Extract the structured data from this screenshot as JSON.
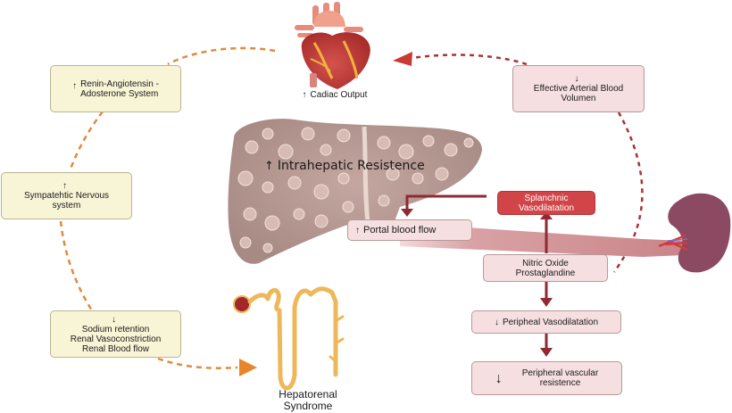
{
  "colors": {
    "orange_dashed": "#e08a3c",
    "red_dashed": "#a8323a",
    "dark_red_arrow": "#8f2a33",
    "yellow_box": "#f8f4d6",
    "pink_box": "#f6dfe0",
    "red_box": "#d14448",
    "liver": "#b59892",
    "spleen": "#8c4a62",
    "nephron": "#edb85a"
  },
  "nodes": {
    "cardiac_output": {
      "arrow": "↑",
      "text": "Cadiac Output"
    },
    "raas": {
      "arrow": "↑",
      "lines": [
        "Renin-Angiotensin -",
        "Adosterone System"
      ]
    },
    "sns": {
      "arrow": "↑",
      "lines": [
        "Sympatehtic Nervous",
        "system"
      ]
    },
    "sodium": {
      "arrow": "↓",
      "lines": [
        "Sodium retention",
        "Renal Vasoconstriction",
        "Renal Blood flow"
      ]
    },
    "eabv": {
      "arrow": "↓",
      "lines": [
        "Effective Arterial Blood",
        "Volumen"
      ]
    },
    "intrahepatic": {
      "arrow": "↑",
      "text": "Intrahepatic Resistence"
    },
    "portal": {
      "arrow": "↑",
      "text": "Portal blood flow"
    },
    "splanchnic": {
      "lines": [
        "Splanchnic",
        "Vasodilatation"
      ]
    },
    "nitric": {
      "lines": [
        "Nitric Oxide",
        "Prostaglandine"
      ]
    },
    "peripheal_vaso": {
      "arrow": "↓",
      "text": "Peripheal Vasodilatation"
    },
    "pvr": {
      "arrow": "↓",
      "lines": [
        "Peripheral vascular",
        "resistence"
      ]
    },
    "hrs": {
      "lines": [
        "Hepatorenal",
        "Syndrome"
      ]
    }
  },
  "illustrations": {
    "heart": "heart-illustration",
    "liver": "cirrhotic-liver-illustration",
    "spleen": "spleen-illustration",
    "nephron": "nephron-illustration"
  }
}
